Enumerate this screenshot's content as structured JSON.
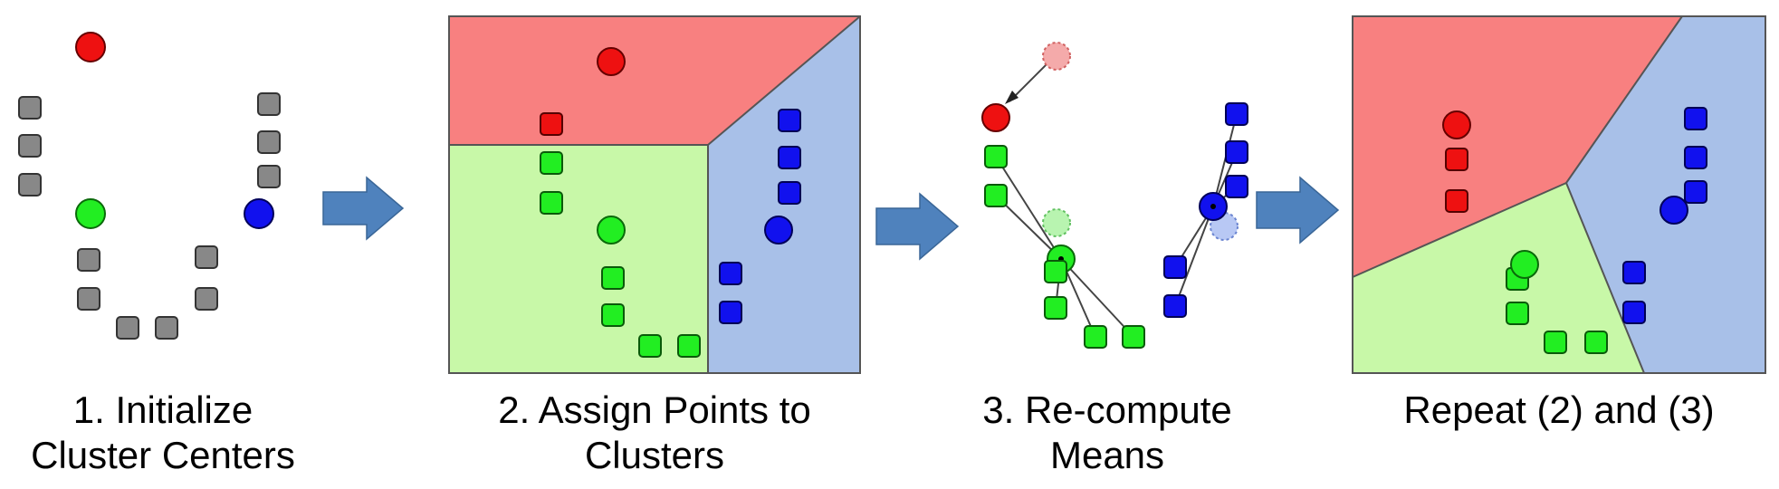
{
  "colors": {
    "red": "#ee1111",
    "green": "#22ee22",
    "blue": "#1111ee",
    "gray": "#888888",
    "region_red": "#f88080",
    "region_green": "#c8f8a8",
    "region_blue": "#a8c0e8",
    "arrow": "#4f82bd"
  },
  "panels": [
    {
      "id": "initialize",
      "caption_lines": [
        "1. Initialize",
        "Cluster Centers"
      ]
    },
    {
      "id": "assign",
      "caption_lines": [
        "2. Assign Points to",
        "Clusters"
      ]
    },
    {
      "id": "recompute",
      "caption_lines": [
        "3. Re-compute",
        "Means"
      ]
    },
    {
      "id": "repeat",
      "caption_lines": [
        "Repeat (2) and (3)"
      ]
    }
  ],
  "flow_arrows": [
    "step-1-to-2",
    "step-2-to-3",
    "step-3-to-4"
  ]
}
